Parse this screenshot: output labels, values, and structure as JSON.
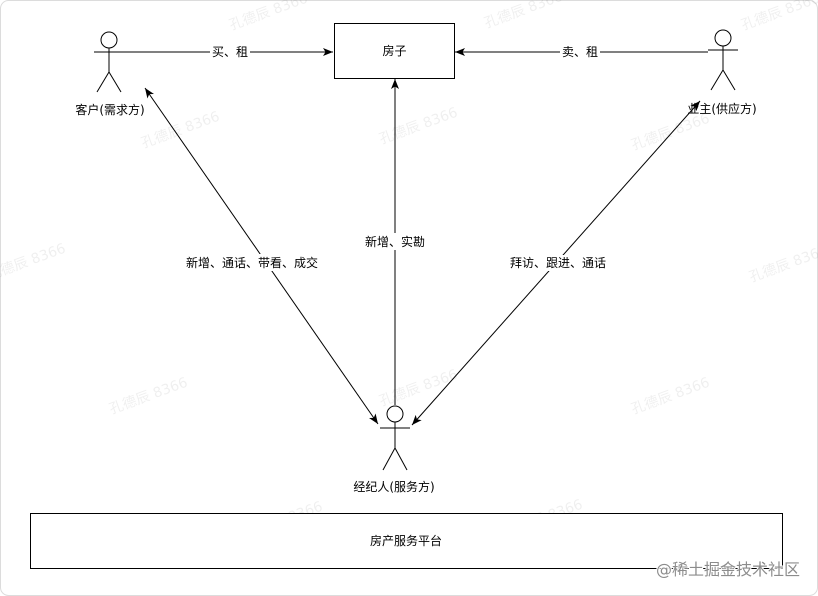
{
  "diagram": {
    "nodes": {
      "house": "房子",
      "client": "客户(需求方)",
      "owner": "业主(供应方)",
      "agent": "经纪人(服务方)",
      "platform": "房产服务平台"
    },
    "edges": {
      "client_to_house": "买、租",
      "owner_to_house": "卖、租",
      "agent_to_house": "新增、实勘",
      "agent_client": "新增、通话、带看、成交",
      "agent_owner": "拜访、跟进、通话"
    }
  },
  "watermark": {
    "site": "@稀土掘金技术社区",
    "author": "孔德辰 8366"
  },
  "colors": {
    "background": "#ffffff",
    "stroke": "#000000",
    "site_watermark": "#8c8c8c"
  }
}
